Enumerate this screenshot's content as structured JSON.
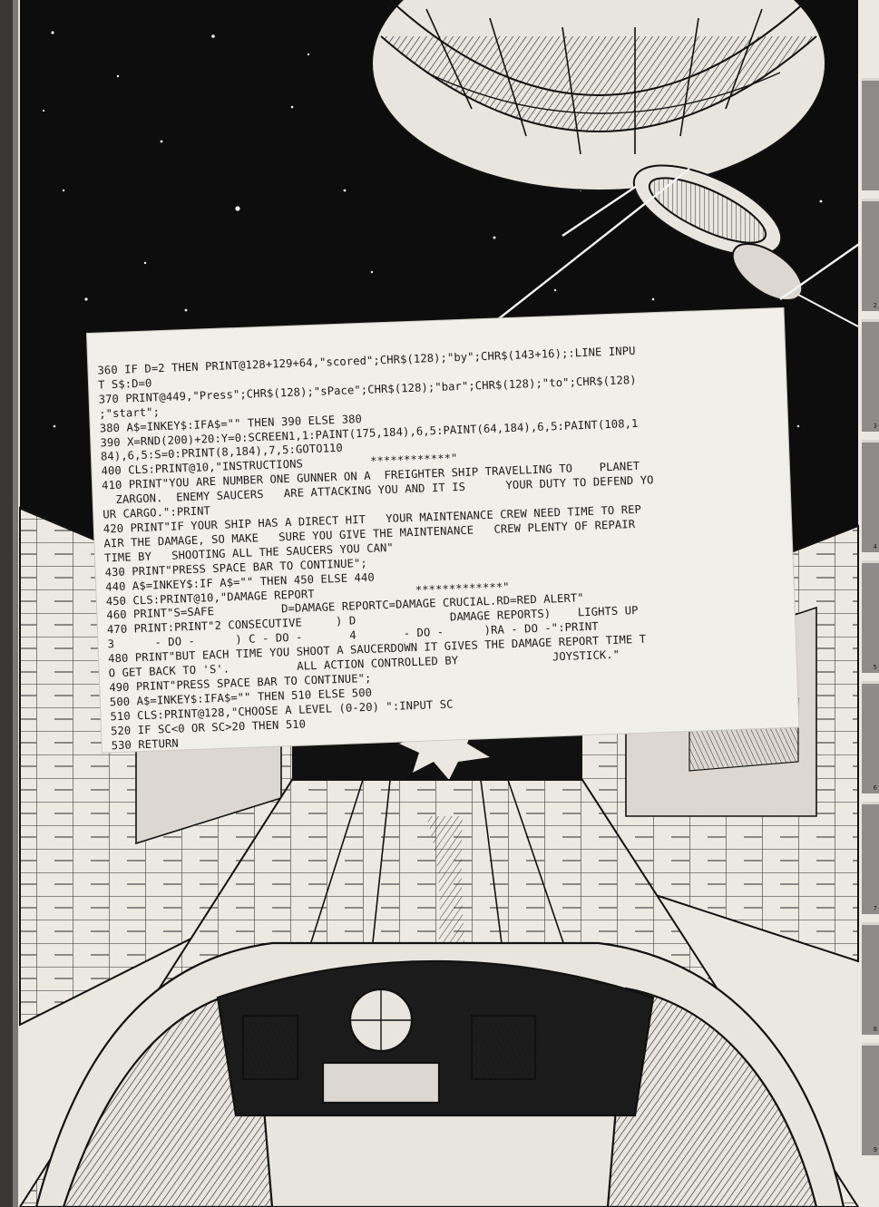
{
  "code_listing": [
    "360 IF D=2 THEN PRINT@128+129+64,\"scored\";CHR$(128);\"by\";CHR$(143+16);:LINE INPU",
    "T S$:D=0",
    "370 PRINT@449,\"Press\";CHR$(128);\"sPace\";CHR$(128);\"bar\";CHR$(128);\"to\";CHR$(128)",
    ";\"start\";",
    "380 A$=INKEY$:IFA$=\"\" THEN 390 ELSE 380",
    "390 X=RND(200)+20:Y=0:SCREEN1,1:PAINT(175,184),6,5:PAINT(64,184),6,5:PAINT(108,1",
    "84),6,5:S=0:PRINT(8,184),7,5:GOTO110",
    "400 CLS:PRINT@10,\"INSTRUCTIONS          ************\"",
    "410 PRINT\"YOU ARE NUMBER ONE GUNNER ON A  FREIGHTER SHIP TRAVELLING TO    PLANET",
    "  ZARGON.  ENEMY SAUCERS   ARE ATTACKING YOU AND IT IS      YOUR DUTY TO DEFEND YO",
    "UR CARGO.\":PRINT",
    "420 PRINT\"IF YOUR SHIP HAS A DIRECT HIT   YOUR MAINTENANCE CREW NEED TIME TO REP",
    "AIR THE DAMAGE, SO MAKE   SURE YOU GIVE THE MAINTENANCE   CREW PLENTY OF REPAIR",
    "TIME BY   SHOOTING ALL THE SAUCERS YOU CAN\"",
    "430 PRINT\"PRESS SPACE BAR TO CONTINUE\";",
    "440 A$=INKEY$:IF A$=\"\" THEN 450 ELSE 440",
    "450 CLS:PRINT@10,\"DAMAGE REPORT               *************\"",
    "460 PRINT\"S=SAFE          D=DAMAGE REPORTC=DAMAGE CRUCIAL.RD=RED ALERT\"",
    "470 PRINT:PRINT\"2 CONSECUTIVE     ) D              DAMAGE REPORTS)    LIGHTS UP",
    "3      - DO -      ) C - DO -       4       - DO -      )RA - DO -\":PRINT",
    "480 PRINT\"BUT EACH TIME YOU SHOOT A SAUCERDOWN IT GIVES THE DAMAGE REPORT TIME T",
    "O GET BACK TO 'S'.          ALL ACTION CONTROLLED BY              JOYSTICK.\"",
    "490 PRINT\"PRESS SPACE BAR TO CONTINUE\";",
    "500 A$=INKEY$:IFA$=\"\" THEN 510 ELSE 500",
    "510 CLS:PRINT@128,\"CHOOSE A LEVEL (0-20) \":INPUT SC",
    "520 IF SC<0 OR SC>20 THEN 510",
    "530 RETURN"
  ],
  "edge_tabs": [
    "",
    "2",
    "3",
    "4",
    "5",
    "6",
    "7",
    "8",
    "9"
  ],
  "colors": {
    "ink": "#111111",
    "paper": "#ebe7e1",
    "listing_paper": "#f1efea",
    "tab": "#8e8b88"
  }
}
